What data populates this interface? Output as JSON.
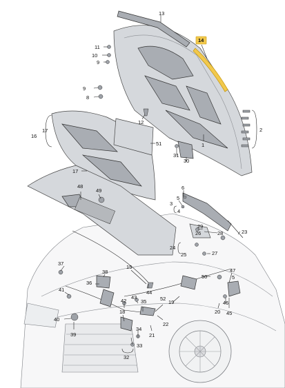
{
  "colors": {
    "highlight": "#f2c94c",
    "highlight_stroke": "#c89a12",
    "part_fill": "#d5d8dc",
    "part_dark": "#a9adb3",
    "car_fill": "#f7f7f8"
  },
  "highlighted_label": "14",
  "labels": {
    "l13": "13",
    "l14": "14",
    "l11": "11",
    "l10": "10",
    "l9a": "9",
    "l9b": "9",
    "l8": "8",
    "l12": "12",
    "l1": "1",
    "l2": "2",
    "l17a": "17",
    "l16": "16",
    "l51": "51",
    "l31": "31",
    "l30": "30",
    "l17b": "17",
    "l48": "48",
    "l49": "49",
    "l6": "6",
    "l5a": "5",
    "l3": "3",
    "l4": "4",
    "l29": "29",
    "l28": "28",
    "l23": "23",
    "l24": "24",
    "l25": "25",
    "l27": "27",
    "l37": "37",
    "l38": "38",
    "l15": "15",
    "l36": "36",
    "l44": "44",
    "l50": "50",
    "l47": "47",
    "l5b": "5",
    "l41": "41",
    "l42": "42",
    "l43": "43",
    "l35": "35",
    "l52": "52",
    "l19": "19",
    "l46": "46",
    "l40": "40",
    "l39": "39",
    "l18": "18",
    "l34": "34",
    "l33": "33",
    "l21": "21",
    "l22": "22",
    "l20": "20",
    "l45": "45",
    "l32": "32",
    "l26": "26"
  }
}
